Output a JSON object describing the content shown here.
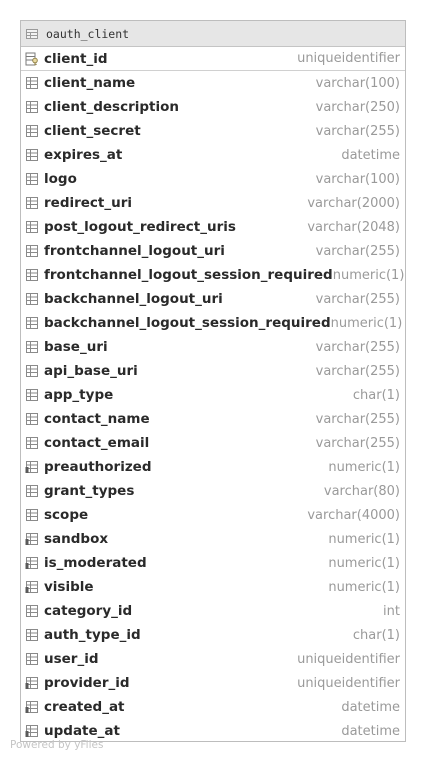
{
  "table": {
    "name": "oauth_client",
    "icon": "table-icon",
    "primary_key": {
      "name": "client_id",
      "type": "uniqueidentifier",
      "icon": "key-column-icon"
    },
    "columns": [
      {
        "name": "client_name",
        "type": "varchar(100)",
        "icon": "column-icon"
      },
      {
        "name": "client_description",
        "type": "varchar(250)",
        "icon": "column-icon"
      },
      {
        "name": "client_secret",
        "type": "varchar(255)",
        "icon": "column-icon"
      },
      {
        "name": "expires_at",
        "type": "datetime",
        "icon": "column-icon"
      },
      {
        "name": "logo",
        "type": "varchar(100)",
        "icon": "column-icon"
      },
      {
        "name": "redirect_uri",
        "type": "varchar(2000)",
        "icon": "column-icon"
      },
      {
        "name": "post_logout_redirect_uris",
        "type": "varchar(2048)",
        "icon": "column-icon"
      },
      {
        "name": "frontchannel_logout_uri",
        "type": "varchar(255)",
        "icon": "column-icon"
      },
      {
        "name": "frontchannel_logout_session_required",
        "type": "numeric(1)",
        "icon": "column-icon"
      },
      {
        "name": "backchannel_logout_uri",
        "type": "varchar(255)",
        "icon": "column-icon"
      },
      {
        "name": "backchannel_logout_session_required",
        "type": "numeric(1)",
        "icon": "column-icon"
      },
      {
        "name": "base_uri",
        "type": "varchar(255)",
        "icon": "column-icon"
      },
      {
        "name": "api_base_uri",
        "type": "varchar(255)",
        "icon": "column-icon"
      },
      {
        "name": "app_type",
        "type": "char(1)",
        "icon": "column-icon"
      },
      {
        "name": "contact_name",
        "type": "varchar(255)",
        "icon": "column-icon"
      },
      {
        "name": "contact_email",
        "type": "varchar(255)",
        "icon": "column-icon"
      },
      {
        "name": "preauthorized",
        "type": "numeric(1)",
        "icon": "nn-column-icon"
      },
      {
        "name": "grant_types",
        "type": "varchar(80)",
        "icon": "column-icon"
      },
      {
        "name": "scope",
        "type": "varchar(4000)",
        "icon": "column-icon"
      },
      {
        "name": "sandbox",
        "type": "numeric(1)",
        "icon": "nn-column-icon"
      },
      {
        "name": "is_moderated",
        "type": "numeric(1)",
        "icon": "nn-column-icon"
      },
      {
        "name": "visible",
        "type": "numeric(1)",
        "icon": "nn-column-icon"
      },
      {
        "name": "category_id",
        "type": "int",
        "icon": "column-icon"
      },
      {
        "name": "auth_type_id",
        "type": "char(1)",
        "icon": "column-icon"
      },
      {
        "name": "user_id",
        "type": "uniqueidentifier",
        "icon": "column-icon"
      },
      {
        "name": "provider_id",
        "type": "uniqueidentifier",
        "icon": "nn-column-icon"
      },
      {
        "name": "created_at",
        "type": "datetime",
        "icon": "nn-column-icon"
      },
      {
        "name": "update_at",
        "type": "datetime",
        "icon": "nn-column-icon"
      }
    ]
  },
  "watermark": "Powered by yFiles"
}
